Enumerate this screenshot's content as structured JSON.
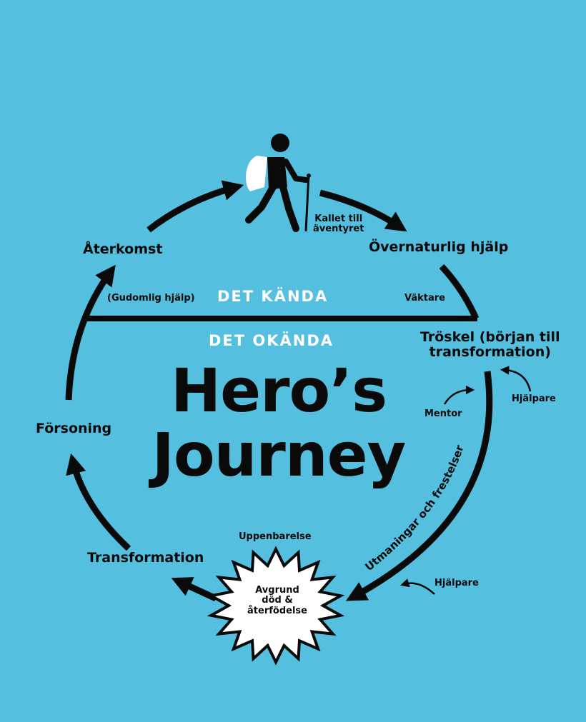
{
  "title": {
    "line1": "Hero’s",
    "line2": "Journey"
  },
  "zones": {
    "known": "DET KÄNDA",
    "unknown": "DET OKÄNDA"
  },
  "stages": {
    "call": [
      "Kallet till",
      "äventyret"
    ],
    "supernatural_aid": "Övernaturlig hjälp",
    "guardian": "Väktare",
    "threshold": [
      "Tröskel (början till",
      "transformation)"
    ],
    "mentor": "Mentor",
    "helper_upper": "Hjälpare",
    "trials": "Utmaningar och frestelser",
    "helper_lower": "Hjälpare",
    "revelation": "Uppenbarelse",
    "abyss": [
      "Avgrund",
      "död &",
      "återfödelse"
    ],
    "transformation": "Transformation",
    "atonement": "Försoning",
    "return": "Återkomst",
    "divine_help": "(Gudomlig hjälp)"
  },
  "colors": {
    "background": "#55bfe0",
    "ink": "#0a0a0a",
    "highlight": "#ffffff"
  },
  "icons": {
    "hero": "hiker-icon",
    "abyss": "starburst-icon"
  }
}
